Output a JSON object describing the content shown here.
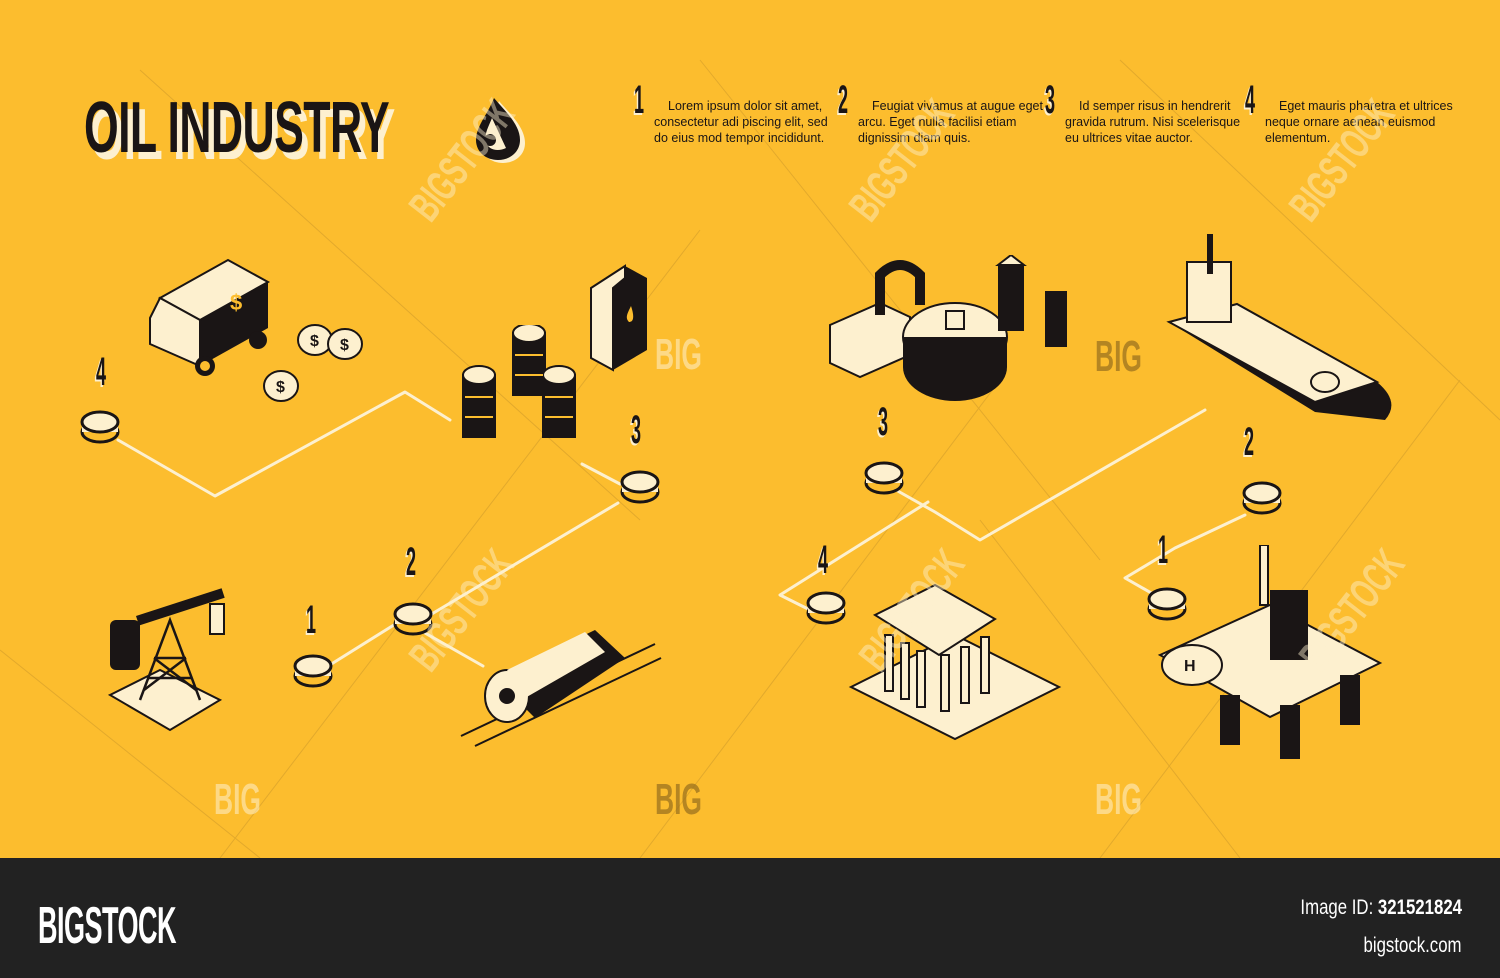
{
  "title": "OIL INDUSTRY",
  "title_icon": "oil-drop-icon",
  "colors": {
    "background": "#fcbd2e",
    "ink": "#1a1515",
    "cream": "#fdf0cf",
    "footer": "#222222",
    "footer_text": "#ffffff"
  },
  "steps": [
    {
      "num": "1",
      "text": "Lorem ipsum dolor sit amet, consectetur adi piscing elit, sed do eius mod tempor incididunt."
    },
    {
      "num": "2",
      "text": "Feugiat vivamus at augue eget arcu. Eget nulla facilisi etiam dignissim diam quis."
    },
    {
      "num": "3",
      "text": "Id semper risus in hendrerit gravida rutrum. Nisi scelerisque eu ultrices vitae auctor."
    },
    {
      "num": "4",
      "text": "Eget mauris pharetra et ultrices neque ornare aenean euismod elementum."
    }
  ],
  "left_flow": {
    "nodes": [
      {
        "label": "1",
        "illustration": "oil-pump-jack"
      },
      {
        "label": "2",
        "illustration": "rail-tank-car"
      },
      {
        "label": "3",
        "illustration": "oil-barrels-and-canister"
      },
      {
        "label": "4",
        "illustration": "cash-truck-and-coins"
      }
    ]
  },
  "right_flow": {
    "nodes": [
      {
        "label": "1",
        "illustration": "offshore-oil-platform"
      },
      {
        "label": "2",
        "illustration": "oil-tanker-ship"
      },
      {
        "label": "3",
        "illustration": "oil-refinery"
      },
      {
        "label": "4",
        "illustration": "bank-with-money"
      }
    ]
  },
  "watermarks": {
    "big": "BIG",
    "bigstock": "BIGSTOCK"
  },
  "footer": {
    "logo": "BIGSTOCK",
    "image_id_label": "Image ID:",
    "image_id": "321521824",
    "site": "bigstock.com"
  }
}
